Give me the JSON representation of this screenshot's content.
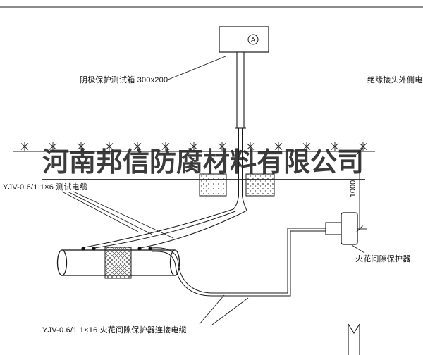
{
  "watermark": {
    "text": "河南邦信防腐材料有限公司"
  },
  "labels": {
    "test_box": "阴极保护测试箱 300x200",
    "outer_cable": "绝缘接头外侧电缆",
    "test_cable": "YJV-0.6/1 1×6  测试电缆",
    "protector": "火花间隙保护器",
    "protector_cable": "YJV-0.6/1 1×16  火花间隙保护器连接电缆"
  },
  "symbols": {
    "ammeter_letter": "A"
  },
  "dimensions": {
    "ground_to_protector": "1000"
  },
  "colors": {
    "line": "#1a1a1a",
    "watermark": "#262626",
    "background": "#ffffff"
  }
}
